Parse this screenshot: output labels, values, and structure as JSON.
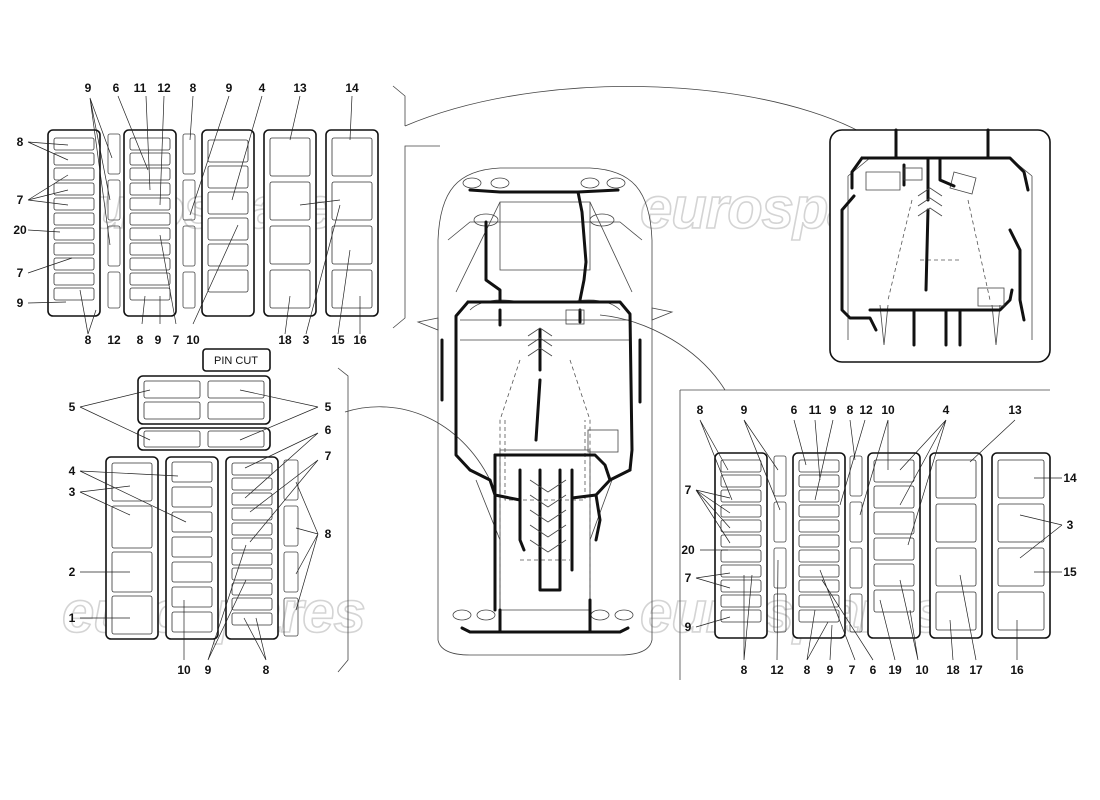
{
  "watermark": {
    "text": "eurospares"
  },
  "pin_cut": {
    "text": "PIN CUT"
  },
  "callouts": {
    "panel_top_left": {
      "top": [
        "9",
        "6",
        "11",
        "12",
        "8",
        "9",
        "4",
        "13",
        "14"
      ],
      "left": [
        "8",
        "7",
        "20",
        "7",
        "9"
      ],
      "bottom": [
        "8",
        "12",
        "8",
        "9",
        "7",
        "10",
        "18",
        "3",
        "15",
        "16"
      ]
    },
    "panel_bottom_left": {
      "left": [
        "5",
        "4",
        "3",
        "2",
        "1"
      ],
      "right": [
        "5",
        "6",
        "7",
        "8"
      ],
      "bottom": [
        "10",
        "9",
        "8"
      ]
    },
    "panel_bottom_right": {
      "top": [
        "8",
        "9",
        "6",
        "11",
        "9",
        "8",
        "12",
        "10",
        "4",
        "13"
      ],
      "left": [
        "7",
        "20",
        "7",
        "9"
      ],
      "right": [
        "14",
        "3",
        "15"
      ],
      "bottom": [
        "8",
        "12",
        "8",
        "9",
        "7",
        "6",
        "19",
        "10",
        "18",
        "17",
        "16"
      ]
    }
  }
}
